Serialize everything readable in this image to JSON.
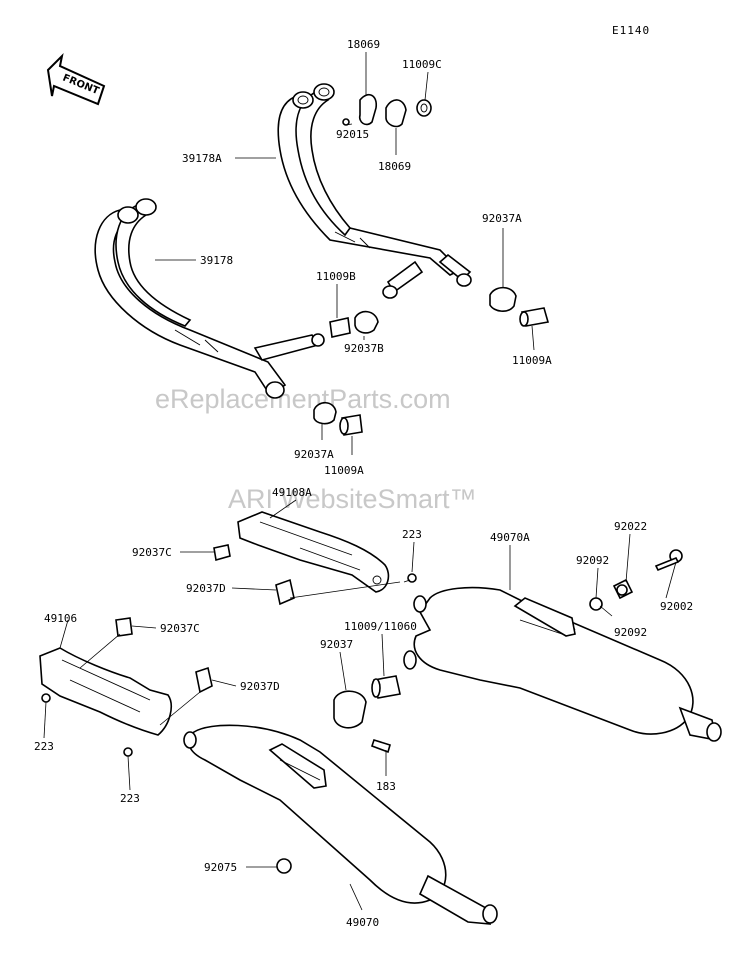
{
  "diagram": {
    "code": "E1140",
    "front_label": "FRONT",
    "watermarks": [
      "eReplacementParts.com",
      "ARI WebsiteSmart™"
    ],
    "labels": {
      "p18069_top": "18069",
      "p11009C": "11009C",
      "p92015": "92015",
      "p18069_bot": "18069",
      "p39178A": "39178A",
      "p39178": "39178",
      "p92037A_r": "92037A",
      "p11009B": "11009B",
      "p92037B": "92037B",
      "p11009A_r": "11009A",
      "p92037A_c": "92037A",
      "p11009A_c": "11009A",
      "p49108A": "49108A",
      "p223_top": "223",
      "p49070A": "49070A",
      "p92022": "92022",
      "p92037C_top": "92037C",
      "p92092_top": "92092",
      "p92037D_top": "92037D",
      "p92002": "92002",
      "p92092_bot": "92092",
      "p49106": "49106",
      "p92037C_bot": "92037C",
      "p11009_11060": "11009/11060",
      "p92037": "92037",
      "p92037D_bot": "92037D",
      "p223_left": "223",
      "p223_bot": "223",
      "p183": "183",
      "p92075": "92075",
      "p49070": "49070"
    }
  }
}
